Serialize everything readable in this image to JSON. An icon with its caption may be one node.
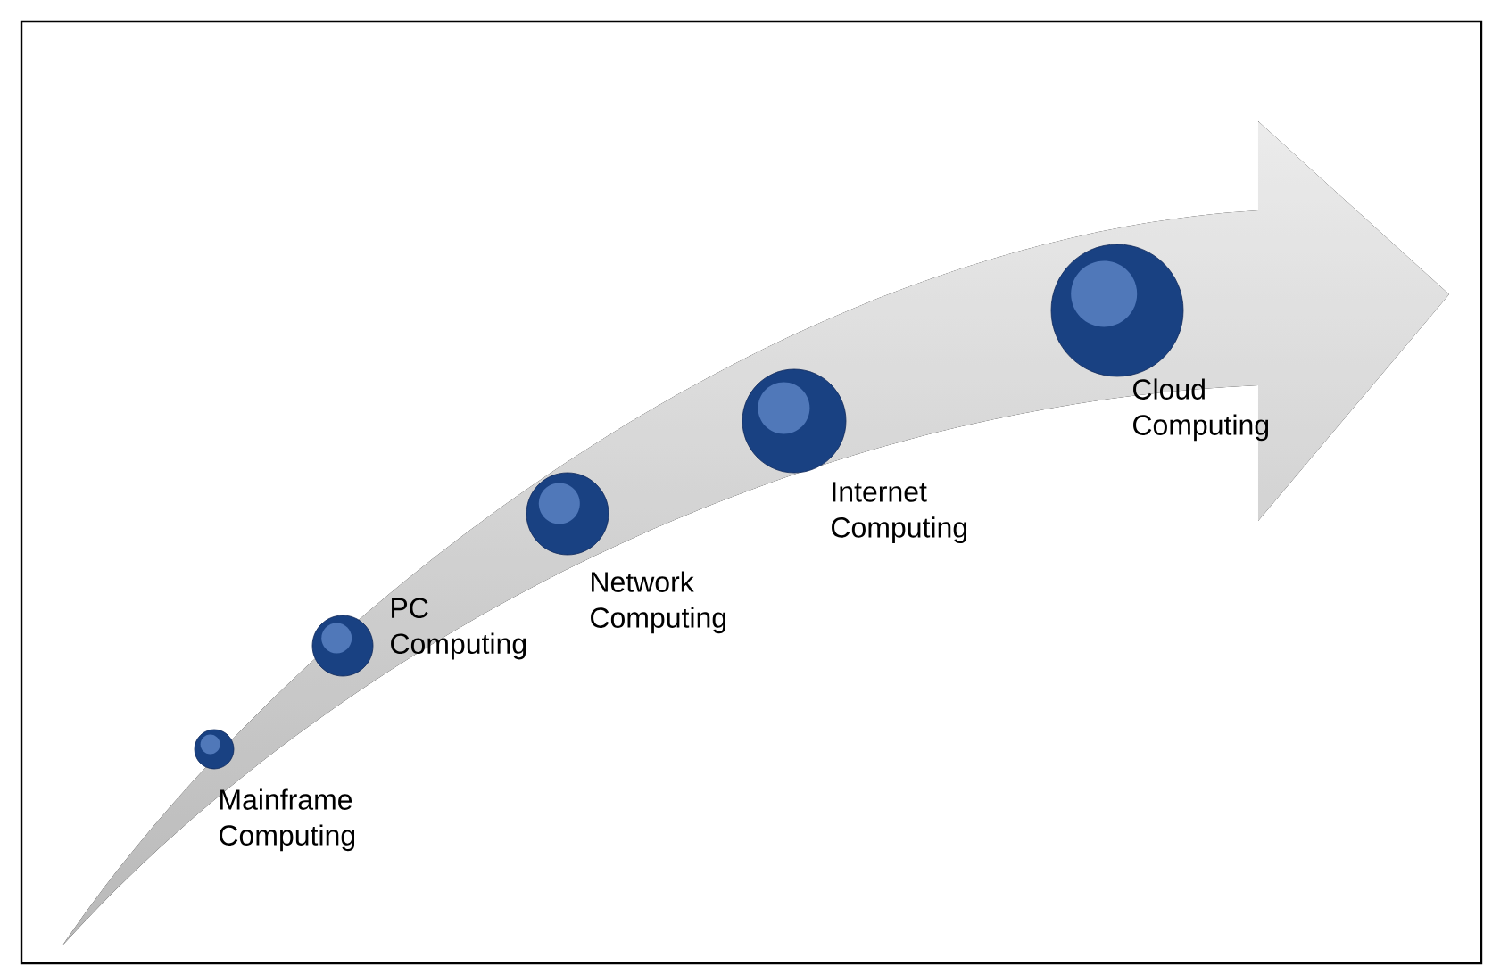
{
  "diagram": {
    "nodes": [
      {
        "text": [],
        "shape": "circle",
        "beside": [
          "Mainframe Computing"
        ]
      },
      {
        "text": [],
        "shape": "circle",
        "beside": [
          "PC Computing"
        ]
      },
      {
        "text": [],
        "shape": "circle",
        "beside": [
          "Network Computing"
        ]
      },
      {
        "text": [],
        "shape": "circle",
        "beside": [
          "Internet Computing"
        ]
      },
      {
        "text": [],
        "shape": "circle",
        "beside": [
          "Cloud Computing"
        ]
      }
    ]
  }
}
